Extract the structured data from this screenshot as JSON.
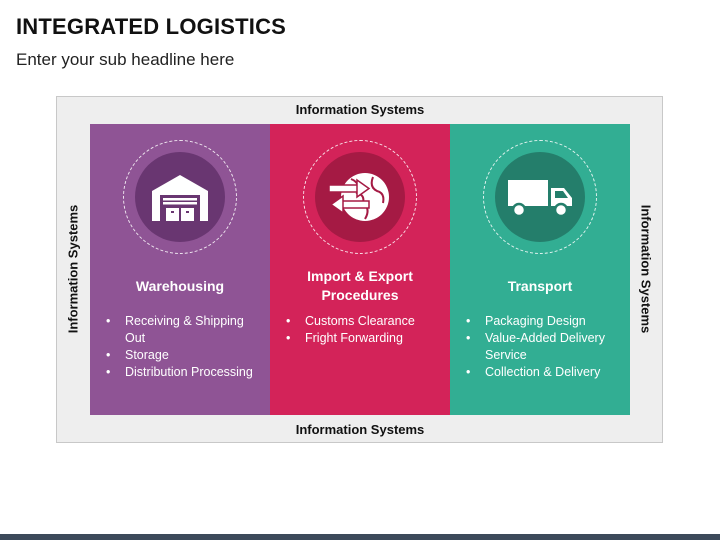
{
  "title": "INTEGRATED LOGISTICS",
  "subtitle": "Enter your sub headline here",
  "frame_labels": {
    "top": "Information Systems",
    "bottom": "Information Systems",
    "left": "Information Systems",
    "right": "Information Systems"
  },
  "panels": [
    {
      "title": "Warehousing",
      "icon": "warehouse-icon",
      "color": "#8f5495",
      "items": [
        "Receiving & Shipping Out",
        "Storage",
        "Distribution Processing"
      ]
    },
    {
      "title": "Import & Export Procedures",
      "icon": "import-export-globe-icon",
      "color": "#d32359",
      "items": [
        "Customs Clearance",
        "Fright Forwarding"
      ]
    },
    {
      "title": "Transport",
      "icon": "truck-icon",
      "color": "#32ae93",
      "items": [
        "Packaging Design",
        "Value-Added Delivery Service",
        "Collection & Delivery"
      ]
    }
  ]
}
